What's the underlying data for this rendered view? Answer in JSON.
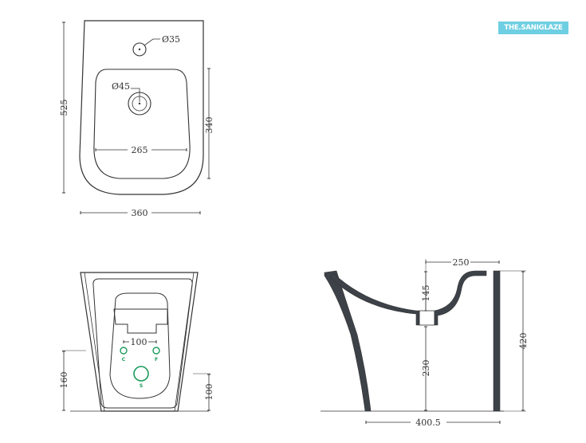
{
  "brand": {
    "label": "THE.SANIGLAZE",
    "color": "#6fcfe2"
  },
  "colors": {
    "line": "#333333",
    "connector": "#1a9a5a",
    "section_fill": "#3d4249"
  },
  "top_view": {
    "dims": {
      "tap_hole": "Ø35",
      "drain": "Ø45",
      "overall_depth": "525",
      "bowl_depth": "340",
      "bowl_width": "265",
      "overall_width": "360"
    }
  },
  "front_view": {
    "dims": {
      "connector_spacing": "100",
      "left_height": "160",
      "right_height": "100"
    },
    "connectors": {
      "c": "C",
      "f": "F",
      "s": "S"
    }
  },
  "side_view": {
    "dims": {
      "rear_width": "250",
      "rim_to_outlet": "145",
      "outlet_height": "230",
      "total_height": "420",
      "projection": "400.5"
    }
  }
}
